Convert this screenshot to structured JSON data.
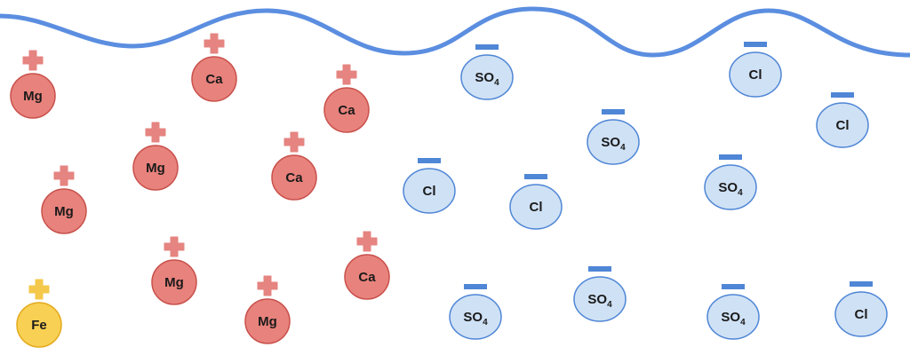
{
  "colors": {
    "water_line": "#5b8ee0",
    "cation_fill": "#e8827c",
    "cation_stroke": "#c9504b",
    "cation_sign": "#e58480",
    "iron_fill": "#f8d053",
    "iron_stroke": "#e3aa1e",
    "iron_sign": "#f4c84a",
    "anion_fill": "#cfe1f5",
    "anion_stroke": "#4f86d6",
    "anion_sign": "#4f86d6"
  },
  "cations": [
    {
      "name": "Mg",
      "type": "cation"
    },
    {
      "name": "Ca",
      "type": "cation"
    },
    {
      "name": "Mg",
      "type": "cation"
    },
    {
      "name": "Mg",
      "type": "cation"
    },
    {
      "name": "Ca",
      "type": "cation"
    },
    {
      "name": "Ca",
      "type": "cation"
    },
    {
      "name": "Fe",
      "type": "iron"
    },
    {
      "name": "Mg",
      "type": "cation"
    },
    {
      "name": "Mg",
      "type": "cation"
    },
    {
      "name": "Ca",
      "type": "cation"
    }
  ],
  "anions": [
    {
      "base": "SO",
      "sub": "4"
    },
    {
      "base": "Cl",
      "sub": ""
    },
    {
      "base": "SO",
      "sub": "4"
    },
    {
      "base": "Cl",
      "sub": ""
    },
    {
      "base": "Cl",
      "sub": ""
    },
    {
      "base": "SO",
      "sub": "4"
    },
    {
      "base": "Cl",
      "sub": ""
    },
    {
      "base": "SO",
      "sub": "4"
    },
    {
      "base": "SO",
      "sub": "4"
    },
    {
      "base": "SO",
      "sub": "4"
    },
    {
      "base": "Cl",
      "sub": ""
    }
  ]
}
